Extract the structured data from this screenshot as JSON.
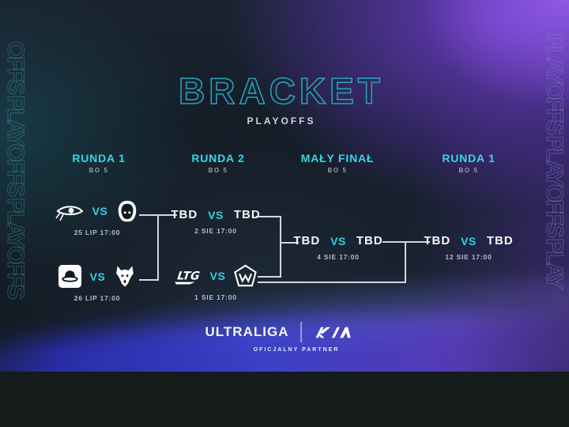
{
  "title": "BRACKET",
  "subtitle": "PLAYOFFS",
  "side_text_left": "OFFS PLAYOFFS PLAYOFFS",
  "side_text_right": "PLAYOFFS PLAYOFFS PLAY",
  "columns": [
    {
      "label": "RUNDA 1",
      "format": "BO 5"
    },
    {
      "label": "RUNDA 2",
      "format": "BO 5"
    },
    {
      "label": "MAŁY FINAŁ",
      "format": "BO 5"
    },
    {
      "label": "RUNDA 1",
      "format": "BO 5"
    }
  ],
  "matches": [
    {
      "round": "runda-1-top",
      "left_icon": "eye-team-logo",
      "right_icon": "hooded-team-logo",
      "vs": "VS",
      "date": "25 LIP 17:00"
    },
    {
      "round": "runda-1-bottom",
      "left_icon": "bowler-hat-team-logo",
      "right_icon": "wolf-team-logo",
      "vs": "VS",
      "date": "26 LIP 17:00"
    },
    {
      "round": "runda-2-top",
      "left_label": "TBD",
      "right_label": "TBD",
      "vs": "VS",
      "date": "2 SIE 17:00"
    },
    {
      "round": "runda-2-bottom",
      "left_icon": "ltg-team-logo",
      "right_icon": "crest-team-logo",
      "vs": "VS",
      "date": "1 SIE 17:00"
    },
    {
      "round": "maly-final",
      "left_label": "TBD",
      "right_label": "TBD",
      "vs": "VS",
      "date": "4 SIE 17:00"
    },
    {
      "round": "final",
      "left_label": "TBD",
      "right_label": "TBD",
      "vs": "VS",
      "date": "12 SIE 17:00"
    }
  ],
  "footer": {
    "league": "ULTRALIGA",
    "partner_logo": "kia-logo",
    "partner_label": "OFICJALNY PARTNER"
  },
  "colors": {
    "accent_cyan": "#2fd3e6",
    "title_outline": "#2f9db8",
    "connector": "#d2d7de",
    "purple_glow": "#7a46d6",
    "blue_swoosh": "#3340d6",
    "background": "#121a21",
    "bottom_band": "#151b1a"
  }
}
